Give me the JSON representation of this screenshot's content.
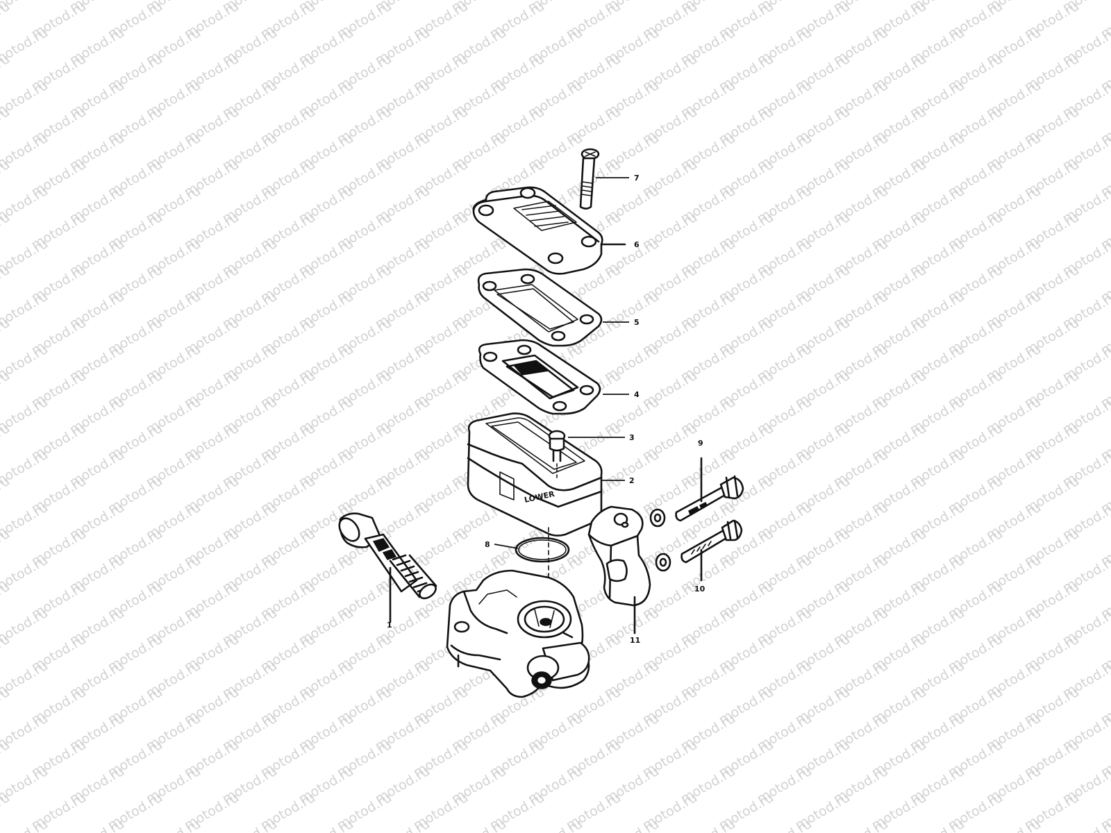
{
  "watermark": {
    "text": "motod.ru",
    "color": "#d2d2d2"
  },
  "callouts": [
    {
      "id": "1",
      "label": "1"
    },
    {
      "id": "2",
      "label": "2"
    },
    {
      "id": "3",
      "label": "3"
    },
    {
      "id": "4",
      "label": "4"
    },
    {
      "id": "5",
      "label": "5"
    },
    {
      "id": "6",
      "label": "6"
    },
    {
      "id": "7",
      "label": "7"
    },
    {
      "id": "8",
      "label": "8"
    },
    {
      "id": "9",
      "label": "9"
    },
    {
      "id": "10",
      "label": "10"
    },
    {
      "id": "11",
      "label": "11"
    }
  ],
  "markings": {
    "reservoir_lower": "LOWER"
  },
  "icons": {
    "cap-screw": "cap-screw-icon",
    "reservoir-cap": "reservoir-cap-icon",
    "cap-plate": "cap-plate-icon",
    "diaphragm": "diaphragm-icon",
    "reservoir": "reservoir-icon",
    "connector-screw": "connector-screw-icon",
    "o-ring": "o-ring-icon",
    "piston-assembly": "piston-assembly-icon",
    "cylinder-body": "master-cylinder-body-icon",
    "clamp": "handlebar-clamp-icon",
    "bolt": "bolt-icon",
    "washer": "washer-icon"
  }
}
